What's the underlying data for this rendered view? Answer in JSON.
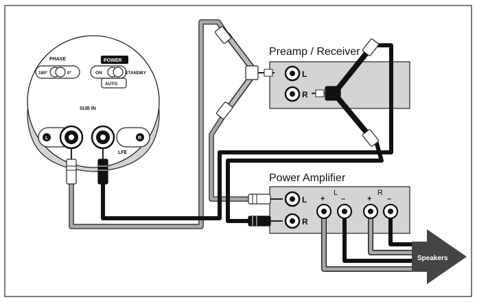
{
  "subwoofer": {
    "phase_label": "PHASE",
    "phase_option_a": "180°",
    "phase_option_b": "0°",
    "power_label": "POWER",
    "power_on": "ON",
    "power_standby": "STANDBY",
    "power_auto": "AUTO",
    "sub_in_label": "SUB IN",
    "left_badge": "L",
    "right_badge": "R",
    "lfe_label": "LFE"
  },
  "preamp": {
    "title": "Preamp / Receiver",
    "left_label": "L",
    "right_label": "R"
  },
  "amplifier": {
    "title": "Power Amplifier",
    "left_label": "L",
    "right_label": "R",
    "channel_left": "L",
    "channel_right": "R",
    "plus_1": "+",
    "minus_1": "–",
    "plus_2": "+",
    "minus_2": "–"
  },
  "speakers": {
    "label": "Speakers"
  },
  "colors": {
    "gray_cable": "#a9a9a9",
    "black_cable": "#111111",
    "panel_fill": "#d4d4d4",
    "arrow_fill": "#444444"
  }
}
